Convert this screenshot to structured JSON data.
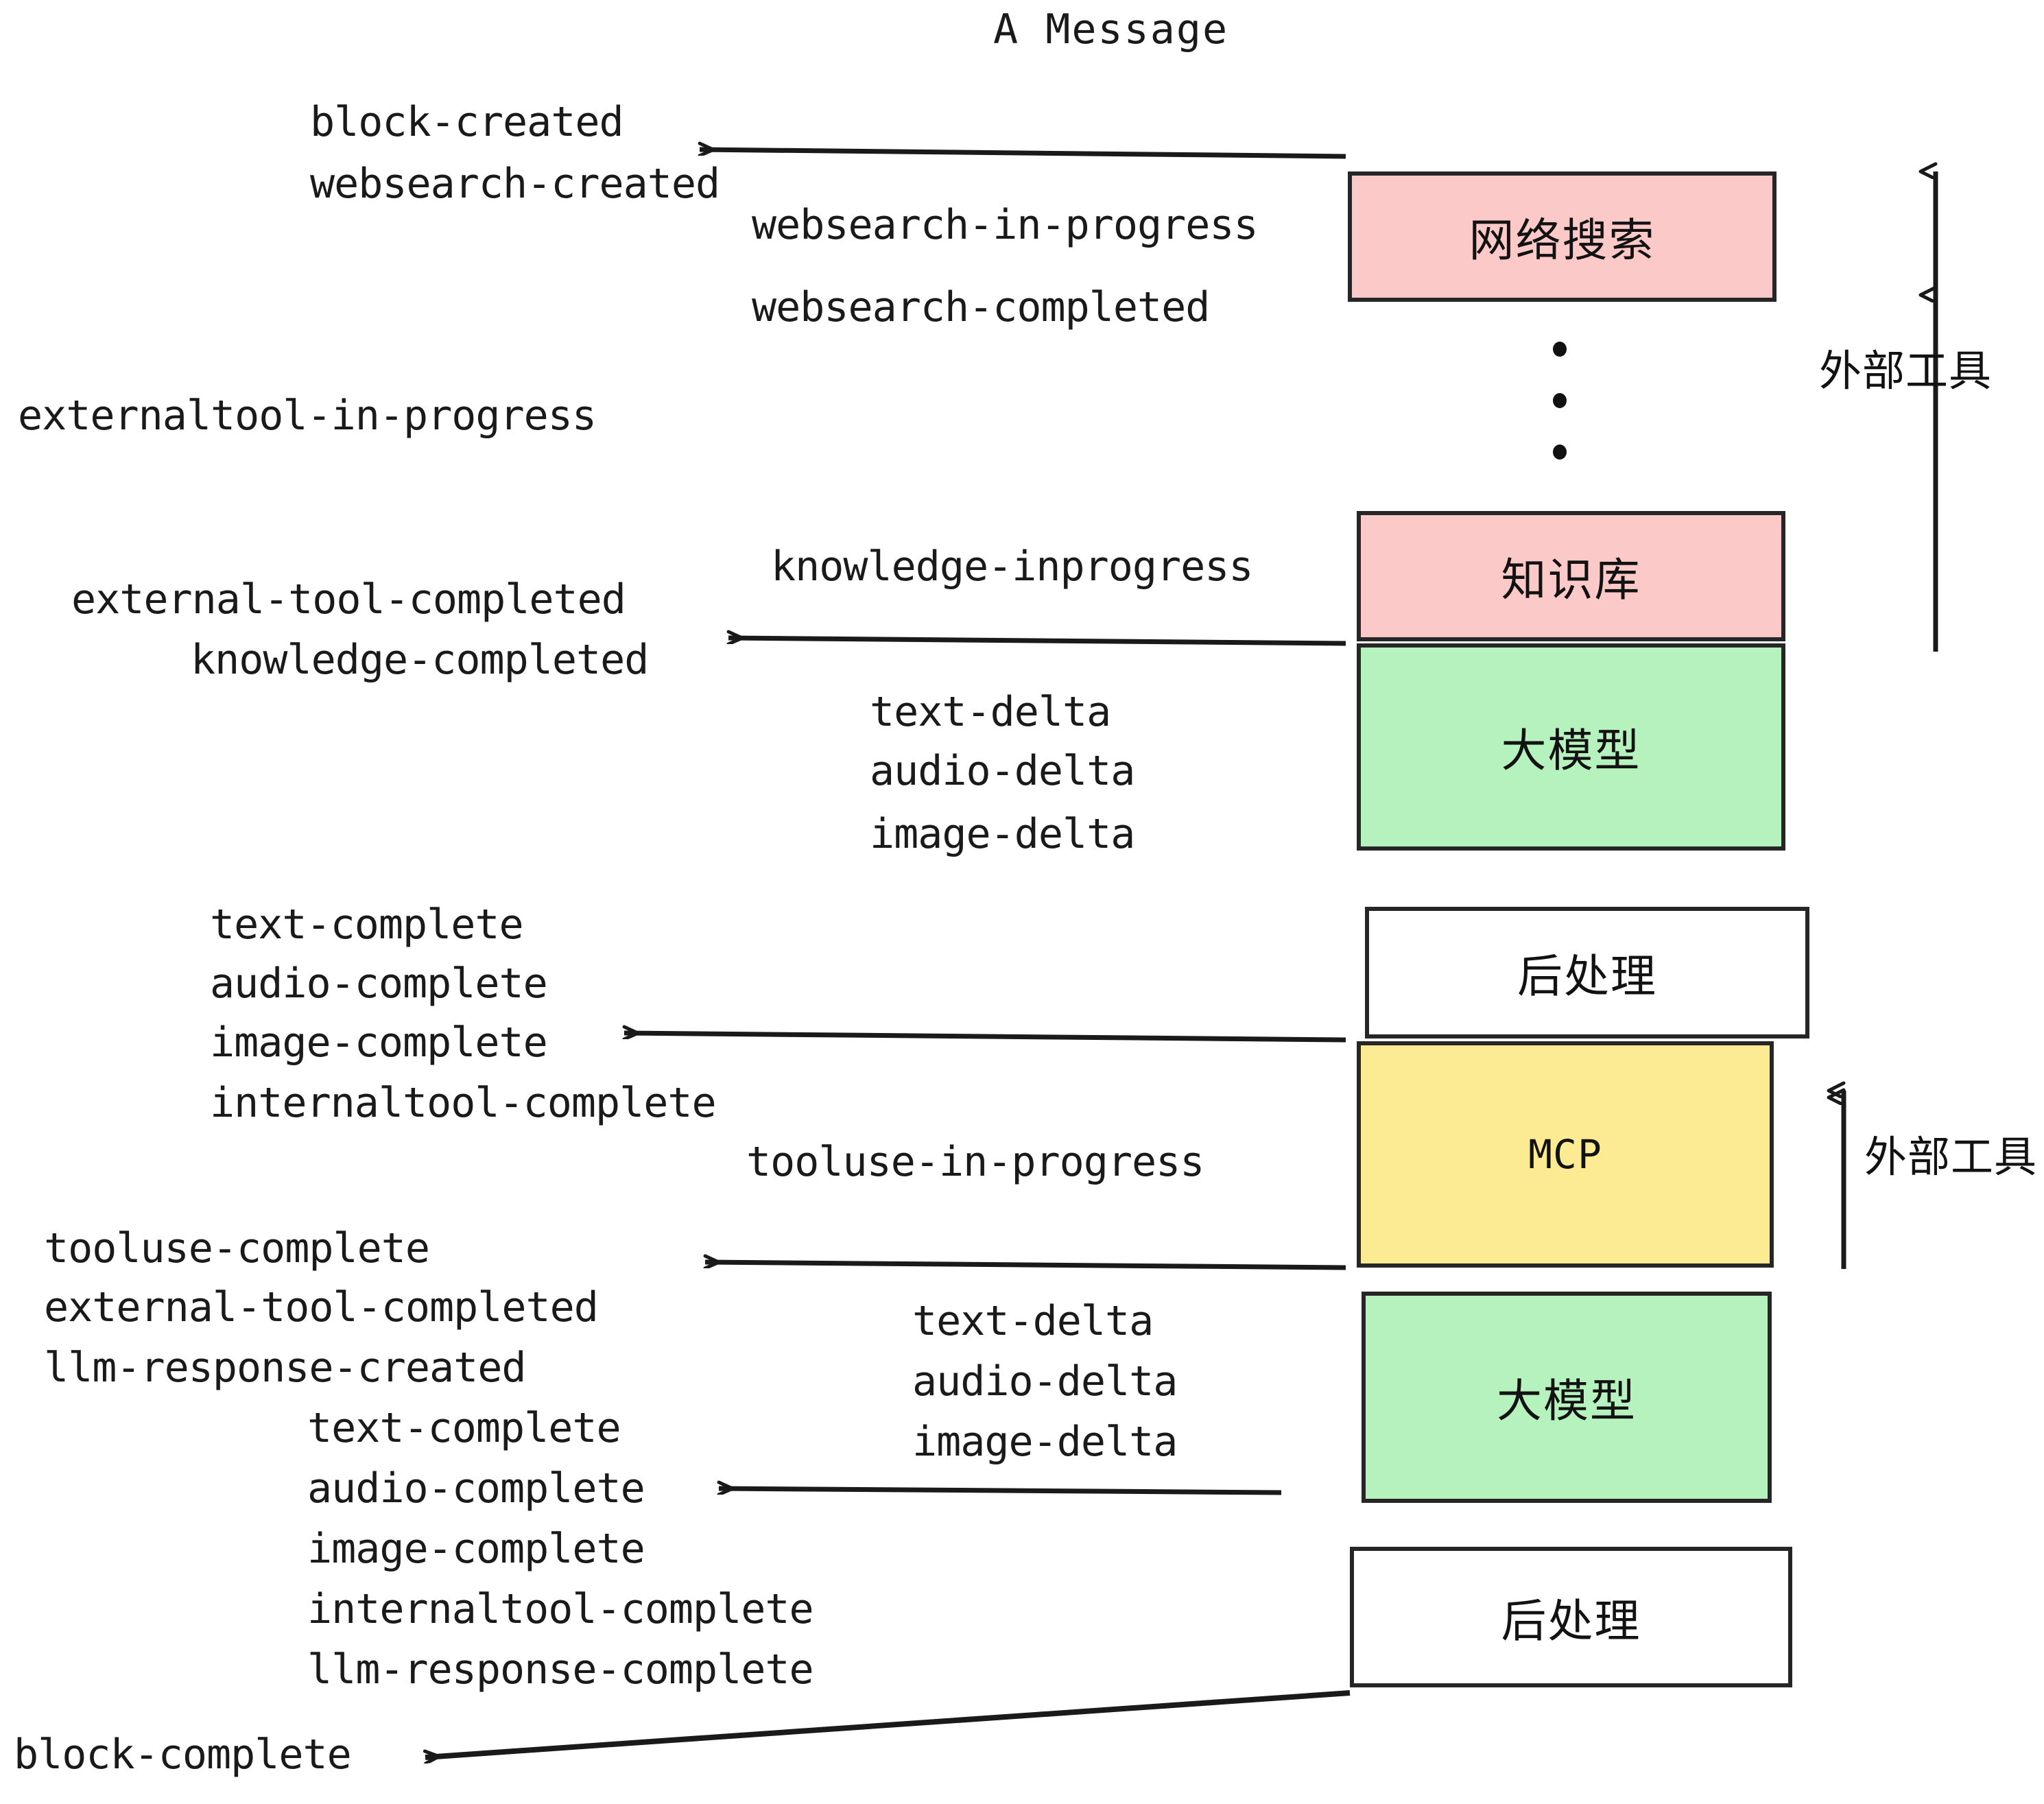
{
  "title": "A Message",
  "colors": {
    "pink": "#FCC9C9",
    "green": "#B6F2BD",
    "yellow": "#FCEB92",
    "white": "#FFFFFF",
    "stroke": "#262626",
    "text": "#1A1A1A"
  },
  "boxes": [
    {
      "id": "websearch",
      "label": "网络搜索",
      "fill": "pink"
    },
    {
      "id": "knowledge",
      "label": "知识库",
      "fill": "pink"
    },
    {
      "id": "llm-1",
      "label": "大模型",
      "fill": "green"
    },
    {
      "id": "postprocess-1",
      "label": "后处理",
      "fill": "white"
    },
    {
      "id": "mcp",
      "label": "MCP",
      "fill": "yellow"
    },
    {
      "id": "llm-2",
      "label": "大模型",
      "fill": "green"
    },
    {
      "id": "postprocess-2",
      "label": "后处理",
      "fill": "white"
    }
  ],
  "side_labels": [
    {
      "id": "external-tools-top",
      "label": "外部工具"
    },
    {
      "id": "external-tools-bottom",
      "label": "外部工具"
    }
  ],
  "events": {
    "block_created": "block-created",
    "websearch_created": "websearch-created",
    "websearch_in_progress": "websearch-in-progress",
    "websearch_completed": "websearch-completed",
    "externaltool_in_progress": "externaltool-in-progress",
    "knowledge_inprogress": "knowledge-inprogress",
    "external_tool_completed_1": "external-tool-completed",
    "knowledge_completed": "knowledge-completed",
    "text_delta_1": "text-delta",
    "audio_delta_1": "audio-delta",
    "image_delta_1": "image-delta",
    "text_complete_1": "text-complete",
    "audio_complete_1": "audio-complete",
    "image_complete_1": "image-complete",
    "internaltool_complete_1": "internaltool-complete",
    "tooluse_in_progress": "tooluse-in-progress",
    "tooluse_complete": "tooluse-complete",
    "external_tool_completed_2": "external-tool-completed",
    "llm_response_created": "llm-response-created",
    "text_delta_2": "text-delta",
    "audio_delta_2": "audio-delta",
    "image_delta_2": "image-delta",
    "text_complete_2": "text-complete",
    "audio_complete_2": "audio-complete",
    "image_complete_2": "image-complete",
    "internaltool_complete_2": "internaltool-complete",
    "llm_response_complete": "llm-response-complete",
    "block_complete": "block-complete"
  }
}
